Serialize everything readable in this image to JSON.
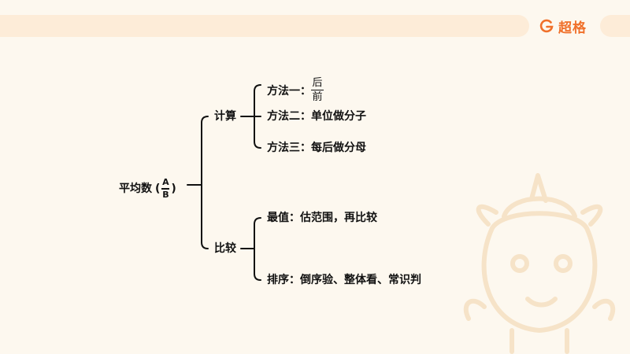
{
  "brand": {
    "name": "超格"
  },
  "root": {
    "label": "平均数",
    "open": "(",
    "numerator": "A",
    "denominator": "B",
    "close": ")"
  },
  "branches": [
    {
      "label": "计算",
      "children": [
        {
          "prefix": "方法一：",
          "numerator": "后",
          "denominator": "前"
        },
        {
          "label": "方法二：单位做分子"
        },
        {
          "label": "方法三：每后做分母"
        }
      ]
    },
    {
      "label": "比较",
      "children": [
        {
          "label": "最值：估范围，再比较"
        },
        {
          "label": "排序：倒序验、整体看、常识判"
        }
      ]
    }
  ],
  "colors": {
    "accent": "#f0702a",
    "bar": "#fdecd8",
    "background": "#fdf8ef",
    "line": "#111111"
  }
}
